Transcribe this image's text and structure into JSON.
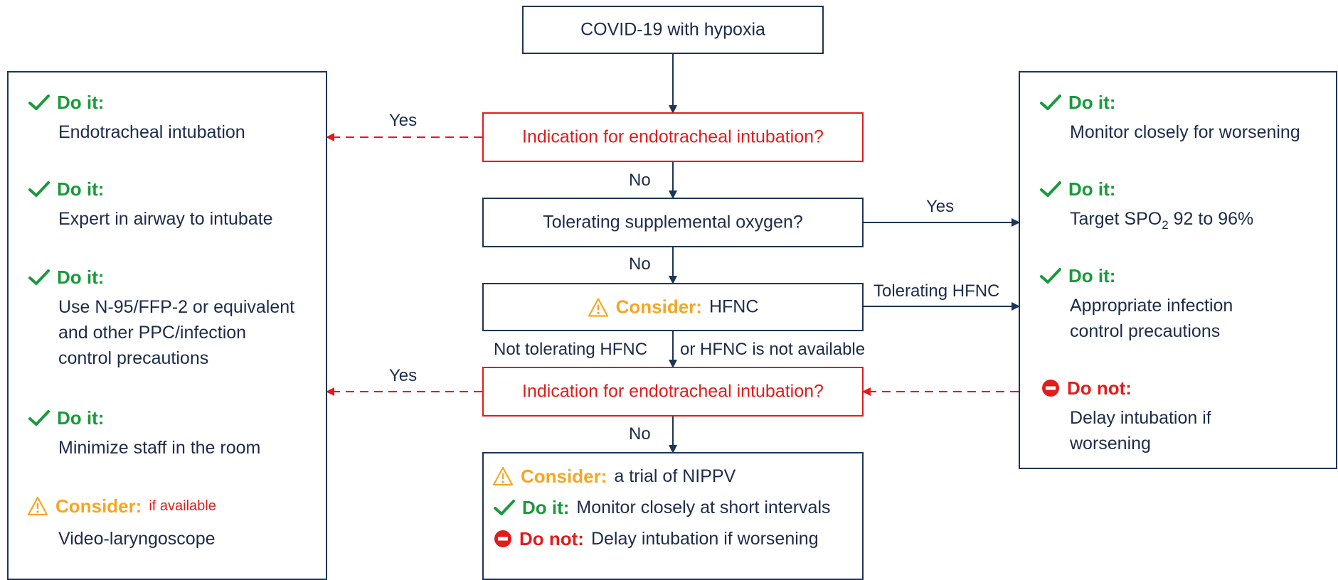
{
  "start": "COVID-19 with hypoxia",
  "q1": "Indication for endotracheal intubation?",
  "q2": "Tolerating supplemental oxygen?",
  "consider_hfnc": {
    "tag": "Consider:",
    "text": "HFNC"
  },
  "q3": "Indication for endotracheal intubation?",
  "edges": {
    "yes1": "Yes",
    "no1": "No",
    "yes2": "Yes",
    "no2": "No",
    "tol_hfnc": "Tolerating HFNC",
    "not_tol_hfnc": "Not tolerating HFNC",
    "or_not_avail": "or HFNC is not available",
    "yes3": "Yes",
    "no3": "No"
  },
  "left_panel": [
    {
      "tag": "Do it:",
      "text": "Endotracheal intubation",
      "kind": "do"
    },
    {
      "tag": "Do it:",
      "text": "Expert in airway to intubate",
      "kind": "do"
    },
    {
      "tag": "Do it:",
      "lines": [
        "Use N-95/FFP-2 or equivalent",
        "and other PPC/infection",
        "control precautions"
      ],
      "kind": "do"
    },
    {
      "tag": "Do it:",
      "text": "Minimize staff in the room",
      "kind": "do"
    },
    {
      "tag": "Consider:",
      "note": "if available",
      "text": "Video-laryngoscope",
      "kind": "consider"
    }
  ],
  "right_panel": [
    {
      "tag": "Do it:",
      "text": "Monitor closely for worsening",
      "kind": "do"
    },
    {
      "tag": "Do it:",
      "text_pre": "Target SPO",
      "text_sub": "2",
      "text_post": " 92 to 96%",
      "kind": "do"
    },
    {
      "tag": "Do it:",
      "lines": [
        "Appropriate infection",
        "control precautions"
      ],
      "kind": "do"
    },
    {
      "tag": "Do not:",
      "lines": [
        "Delay intubation if",
        "worsening"
      ],
      "kind": "donot"
    }
  ],
  "bottom_box": [
    {
      "tag": "Consider:",
      "text": "a trial of NIPPV",
      "kind": "consider"
    },
    {
      "tag": "Do it:",
      "text": "Monitor closely at short intervals",
      "kind": "do"
    },
    {
      "tag": "Do not:",
      "text": "Delay intubation if worsening",
      "kind": "donot"
    }
  ],
  "colors": {
    "navy": "#1d3557",
    "red": "#e31b1b",
    "green": "#189a3a",
    "orange": "#f5a623"
  }
}
